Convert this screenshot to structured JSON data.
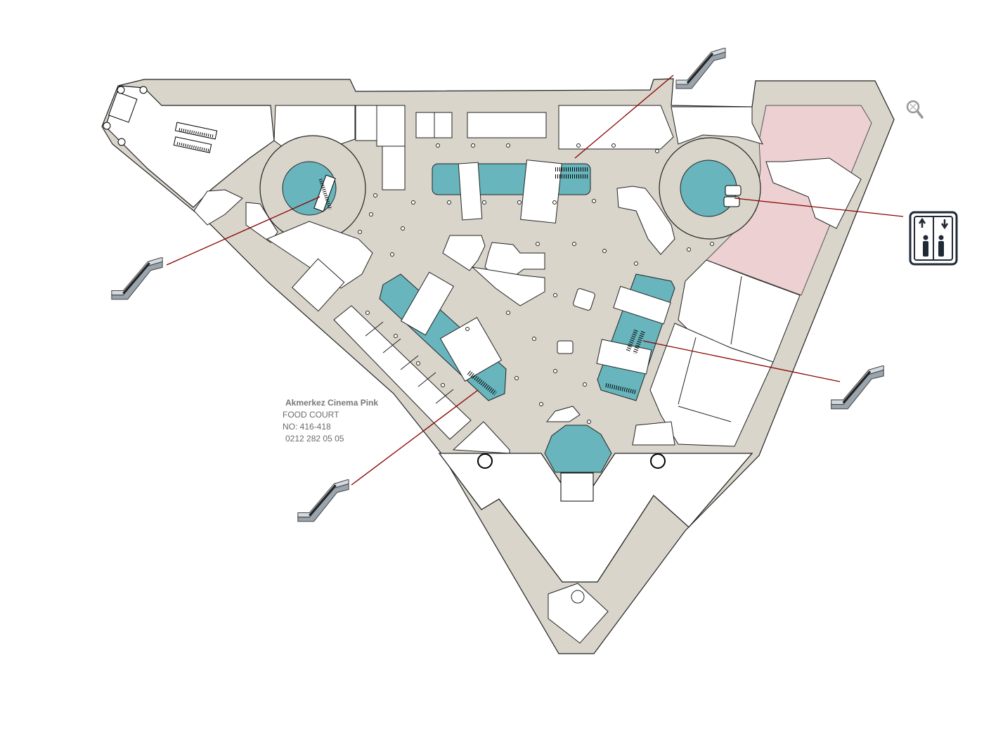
{
  "store": {
    "name": "Akmerkez Cinema Pink",
    "category": "FOOD COURT",
    "unit": "NO: 416-418",
    "phone": "0212 282 05 05"
  },
  "icons": {
    "zoom": "zoom-magnifier-icon",
    "escalator": "escalator-icon",
    "elevator": "elevator-icon"
  },
  "colors": {
    "floor": "#d9d5cb",
    "void": "#68b5bd",
    "highlight_zone": "#ecd0d2",
    "walls": "#000000",
    "leader_line": "#8b0000"
  }
}
